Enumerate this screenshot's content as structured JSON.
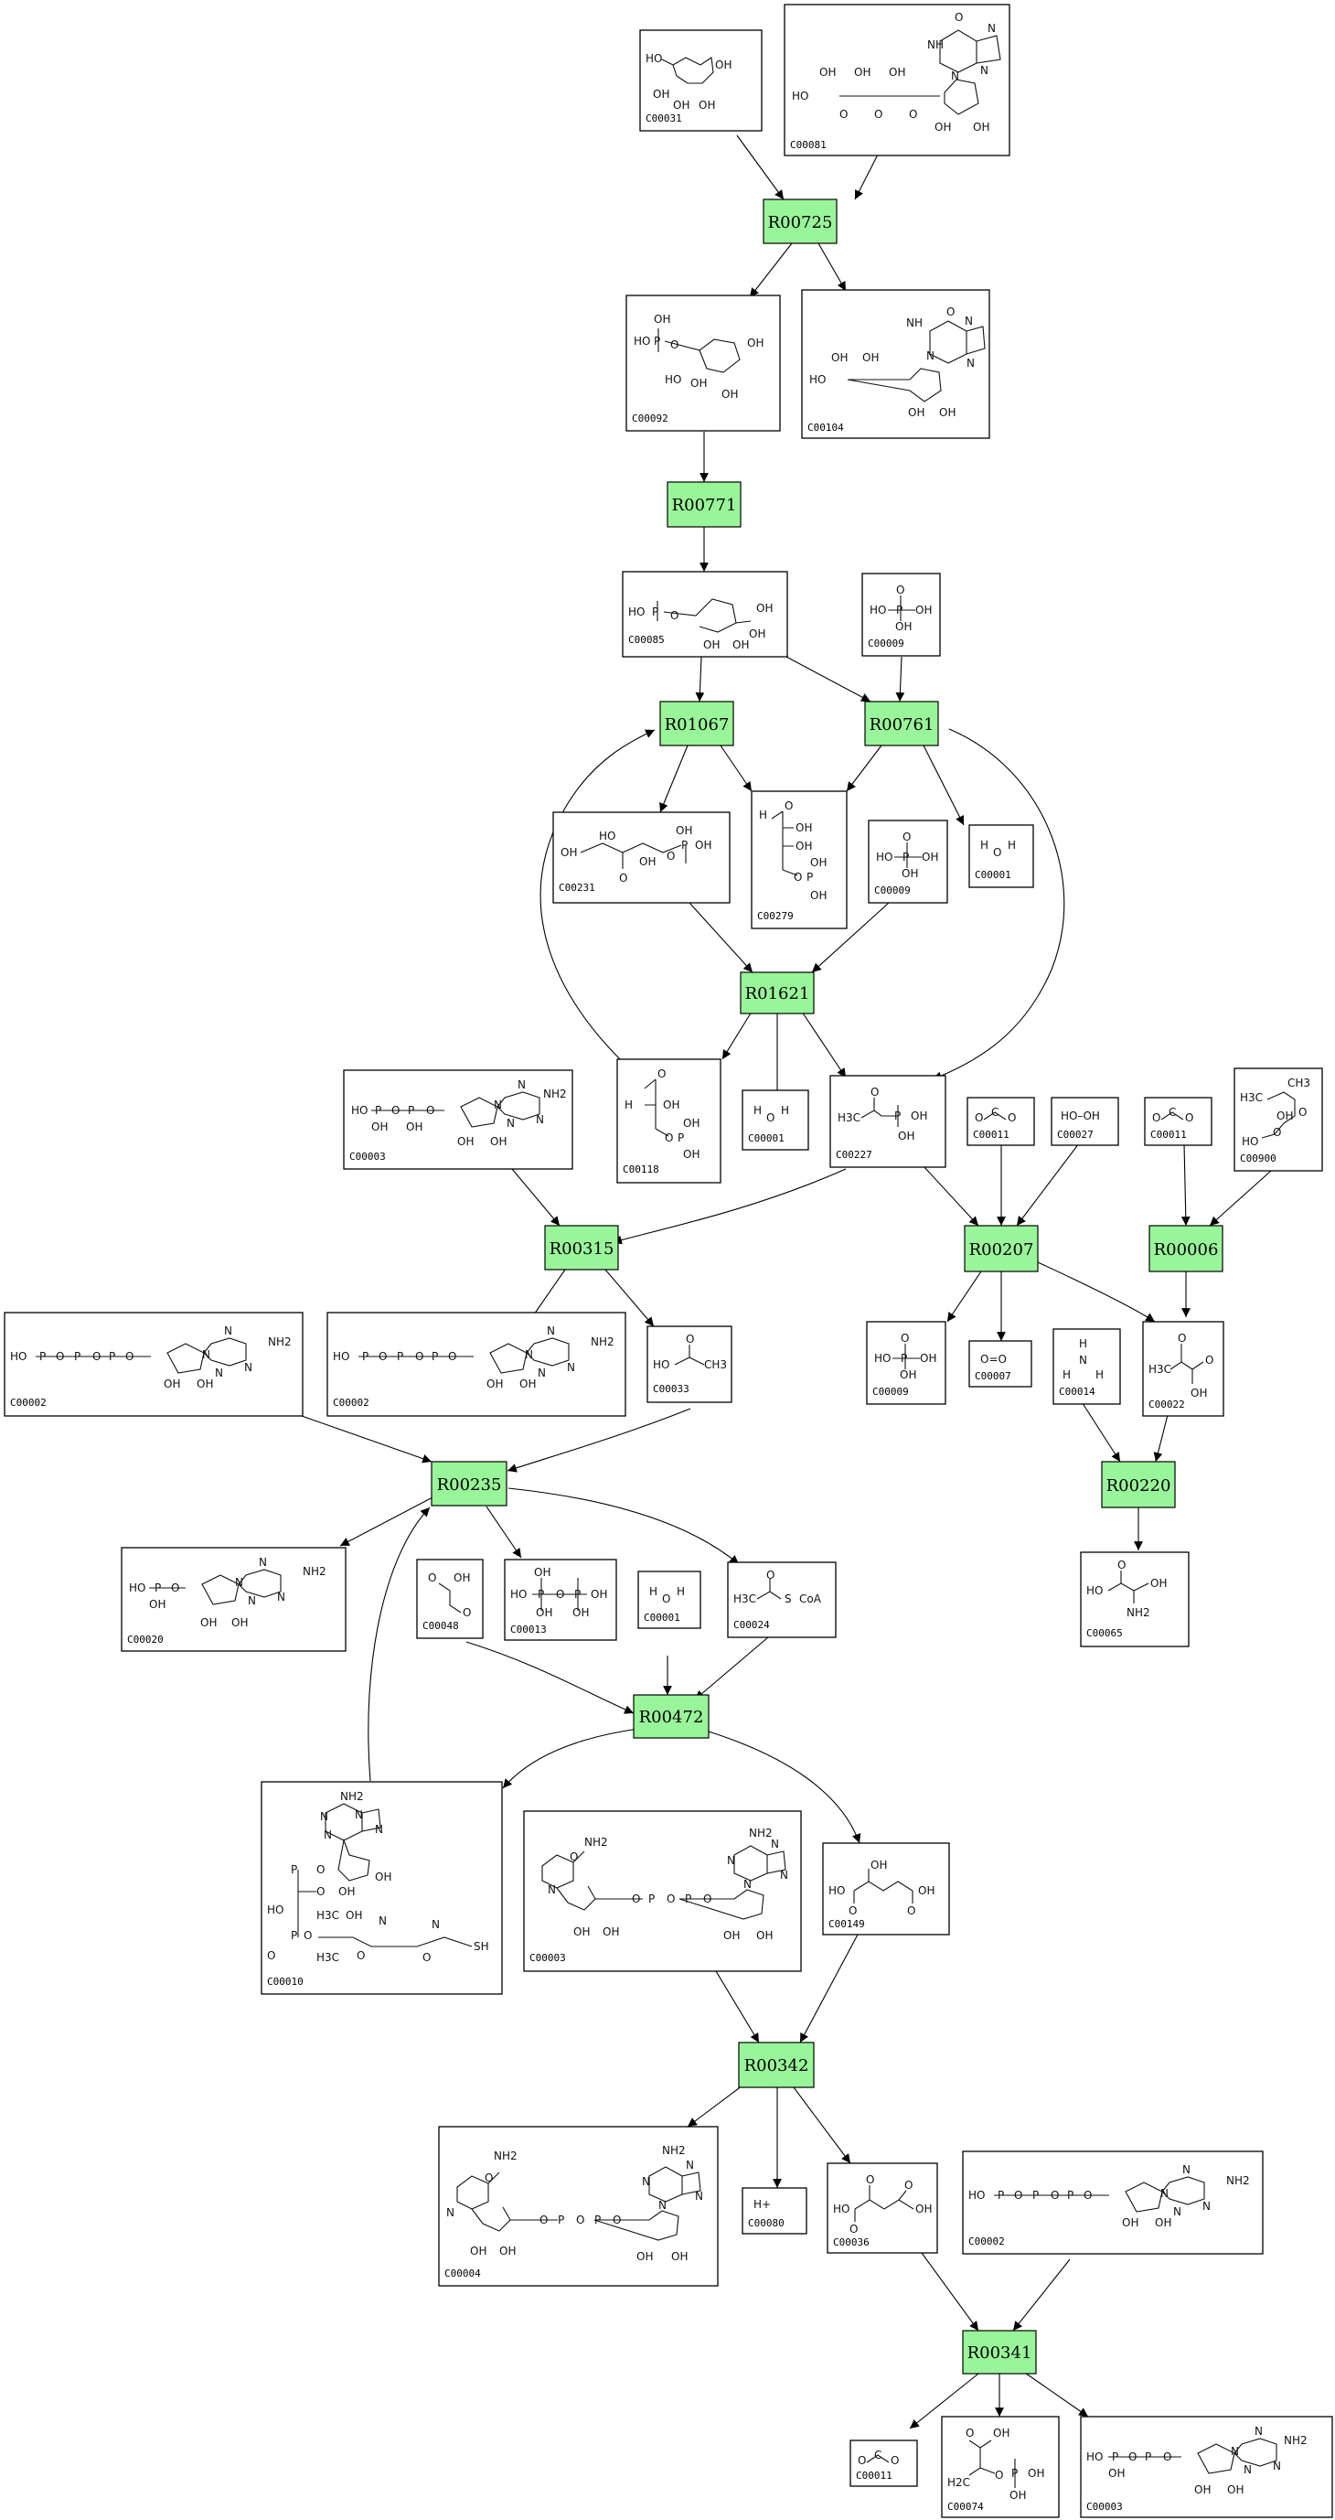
{
  "colors": {
    "reaction_fill": "#99f599",
    "box_stroke": "#000000",
    "edge": "#000000"
  },
  "reactions": [
    {
      "id": "R00725",
      "label": "R00725"
    },
    {
      "id": "R00771",
      "label": "R00771"
    },
    {
      "id": "R01067",
      "label": "R01067"
    },
    {
      "id": "R00761",
      "label": "R00761"
    },
    {
      "id": "R01621",
      "label": "R01621"
    },
    {
      "id": "R00315",
      "label": "R00315"
    },
    {
      "id": "R00207",
      "label": "R00207"
    },
    {
      "id": "R00006",
      "label": "R00006"
    },
    {
      "id": "R00235",
      "label": "R00235"
    },
    {
      "id": "R00220",
      "label": "R00220"
    },
    {
      "id": "R00472",
      "label": "R00472"
    },
    {
      "id": "R00342",
      "label": "R00342"
    },
    {
      "id": "R00341",
      "label": "R00341"
    }
  ],
  "compounds": [
    {
      "key": "c00031",
      "label": "C00031",
      "formula": [
        "HO",
        "OH",
        "OH",
        "OH",
        "OH"
      ]
    },
    {
      "key": "c00081",
      "label": "C00081",
      "formula": [
        "OH",
        "OH",
        "OH",
        "HO",
        "O",
        "O",
        "O",
        "NH",
        "N",
        "N",
        "N",
        "O",
        "OH",
        "OH"
      ]
    },
    {
      "key": "c00092",
      "label": "C00092",
      "formula": [
        "HO",
        "P",
        "O",
        "OH",
        "OH",
        "OH",
        "OH",
        "HO"
      ]
    },
    {
      "key": "c00104",
      "label": "C00104",
      "formula": [
        "OH",
        "OH",
        "HO",
        "NH",
        "O",
        "N",
        "N",
        "N",
        "OH",
        "OH"
      ]
    },
    {
      "key": "c00085",
      "label": "C00085",
      "formula": [
        "HO",
        "P",
        "O",
        "OH",
        "OH",
        "OH",
        "OH"
      ]
    },
    {
      "key": "c00009a",
      "label": "C00009",
      "formula": [
        "O",
        "HO",
        "P",
        "OH",
        "OH"
      ]
    },
    {
      "key": "c00231",
      "label": "C00231",
      "formula": [
        "OH",
        "HO",
        "O",
        "OH",
        "P",
        "OH",
        "OH",
        "O"
      ]
    },
    {
      "key": "c00279",
      "label": "C00279",
      "formula": [
        "H",
        "O",
        "OH",
        "OH",
        "O",
        "P",
        "OH",
        "OH"
      ]
    },
    {
      "key": "c00009b",
      "label": "C00009",
      "formula": [
        "O",
        "HO",
        "P",
        "OH",
        "OH"
      ]
    },
    {
      "key": "c00001a",
      "label": "C00001",
      "formula": [
        "H",
        "O",
        "H"
      ]
    },
    {
      "key": "c00003a",
      "label": "C00003",
      "formula": [
        "HO",
        "P",
        "O",
        "P",
        "O",
        "OH",
        "OH",
        "NH2",
        "N",
        "N",
        "N",
        "N",
        "OH",
        "OH"
      ]
    },
    {
      "key": "c00118",
      "label": "C00118",
      "formula": [
        "O",
        "H",
        "OH",
        "O",
        "P",
        "OH",
        "OH"
      ]
    },
    {
      "key": "c00001b",
      "label": "C00001",
      "formula": [
        "H",
        "O",
        "H"
      ]
    },
    {
      "key": "c00227",
      "label": "C00227",
      "formula": [
        "H3C",
        "O",
        "P",
        "OH",
        "OH"
      ]
    },
    {
      "key": "c00011a",
      "label": "C00011",
      "formula": [
        "O",
        "C",
        "O"
      ]
    },
    {
      "key": "c00027",
      "label": "C00027",
      "formula": [
        "HO–OH"
      ]
    },
    {
      "key": "c00011b",
      "label": "C00011",
      "formula": [
        "O",
        "C",
        "O"
      ]
    },
    {
      "key": "c00900",
      "label": "C00900",
      "formula": [
        "CH3",
        "H3C",
        "OH",
        "O",
        "HO",
        "O"
      ]
    },
    {
      "key": "c00002a",
      "label": "C00002",
      "formula": [
        "HO",
        "P",
        "O",
        "P",
        "O",
        "P",
        "O",
        "NH2",
        "N",
        "N",
        "N",
        "N",
        "OH",
        "OH"
      ]
    },
    {
      "key": "c00002b",
      "label": "C00002",
      "formula": [
        "HO",
        "P",
        "O",
        "P",
        "O",
        "P",
        "O",
        "NH2",
        "N",
        "N",
        "N",
        "N",
        "OH",
        "OH"
      ]
    },
    {
      "key": "c00033",
      "label": "C00033",
      "formula": [
        "HO",
        "O",
        "CH3"
      ]
    },
    {
      "key": "c00009c",
      "label": "C00009",
      "formula": [
        "O",
        "HO",
        "P",
        "OH",
        "OH"
      ]
    },
    {
      "key": "c00007",
      "label": "C00007",
      "formula": [
        "O=O"
      ]
    },
    {
      "key": "c00014",
      "label": "C00014",
      "formula": [
        "H",
        "N",
        "H",
        "H"
      ]
    },
    {
      "key": "c00022",
      "label": "C00022",
      "formula": [
        "H3C",
        "O",
        "OH",
        "O"
      ]
    },
    {
      "key": "c00020",
      "label": "C00020",
      "formula": [
        "HO",
        "P",
        "O",
        "OH",
        "NH2",
        "N",
        "N",
        "N",
        "N",
        "OH",
        "OH"
      ]
    },
    {
      "key": "c00048",
      "label": "C00048",
      "formula": [
        "O",
        "OH",
        "O"
      ]
    },
    {
      "key": "c00013",
      "label": "C00013",
      "formula": [
        "HO",
        "P",
        "O",
        "P",
        "OH",
        "OH",
        "OH",
        "OH"
      ]
    },
    {
      "key": "c00001c",
      "label": "C00001",
      "formula": [
        "H",
        "O",
        "H"
      ]
    },
    {
      "key": "c00024",
      "label": "C00024",
      "formula": [
        "O",
        "H3C",
        "S",
        "CoA"
      ]
    },
    {
      "key": "c00065",
      "label": "C00065",
      "formula": [
        "O",
        "HO",
        "OH",
        "NH2"
      ]
    },
    {
      "key": "c00010",
      "label": "C00010",
      "formula": [
        "NH2",
        "N",
        "N",
        "N",
        "N",
        "O",
        "P",
        "OH",
        "O",
        "OH",
        "HO",
        "P",
        "O",
        "H3C",
        "OH",
        "N",
        "O",
        "O",
        "H3C",
        "O",
        "N",
        "SH"
      ]
    },
    {
      "key": "c00003b",
      "label": "C00003",
      "formula": [
        "NH2",
        "O",
        "N",
        "NH2",
        "N",
        "N",
        "N",
        "N",
        "O",
        "P",
        "O",
        "P",
        "O",
        "OH",
        "OH",
        "OH",
        "OH"
      ]
    },
    {
      "key": "c00149",
      "label": "C00149",
      "formula": [
        "HO",
        "OH",
        "O",
        "OH",
        "O"
      ]
    },
    {
      "key": "c00004",
      "label": "C00004",
      "formula": [
        "NH2",
        "O",
        "N",
        "NH2",
        "N",
        "N",
        "N",
        "N",
        "O",
        "P",
        "O",
        "P",
        "O",
        "OH",
        "OH",
        "OH",
        "OH"
      ]
    },
    {
      "key": "c00080",
      "label": "C00080",
      "formula": [
        "H+"
      ]
    },
    {
      "key": "c00036",
      "label": "C00036",
      "formula": [
        "O",
        "HO",
        "O",
        "O",
        "OH"
      ]
    },
    {
      "key": "c00002c",
      "label": "C00002",
      "formula": [
        "HO",
        "P",
        "O",
        "P",
        "O",
        "P",
        "O",
        "NH2",
        "N",
        "N",
        "N",
        "N",
        "OH",
        "OH"
      ]
    },
    {
      "key": "c00011c",
      "label": "C00011",
      "formula": [
        "O",
        "C",
        "O"
      ]
    },
    {
      "key": "c00074",
      "label": "C00074",
      "formula": [
        "O",
        "OH",
        "H2C",
        "O",
        "P",
        "OH",
        "OH"
      ]
    },
    {
      "key": "c00003c",
      "label": "C00003",
      "formula": [
        "HO",
        "P",
        "O",
        "P",
        "O",
        "OH",
        "NH2",
        "N",
        "N",
        "N",
        "N",
        "OH",
        "OH"
      ]
    }
  ]
}
